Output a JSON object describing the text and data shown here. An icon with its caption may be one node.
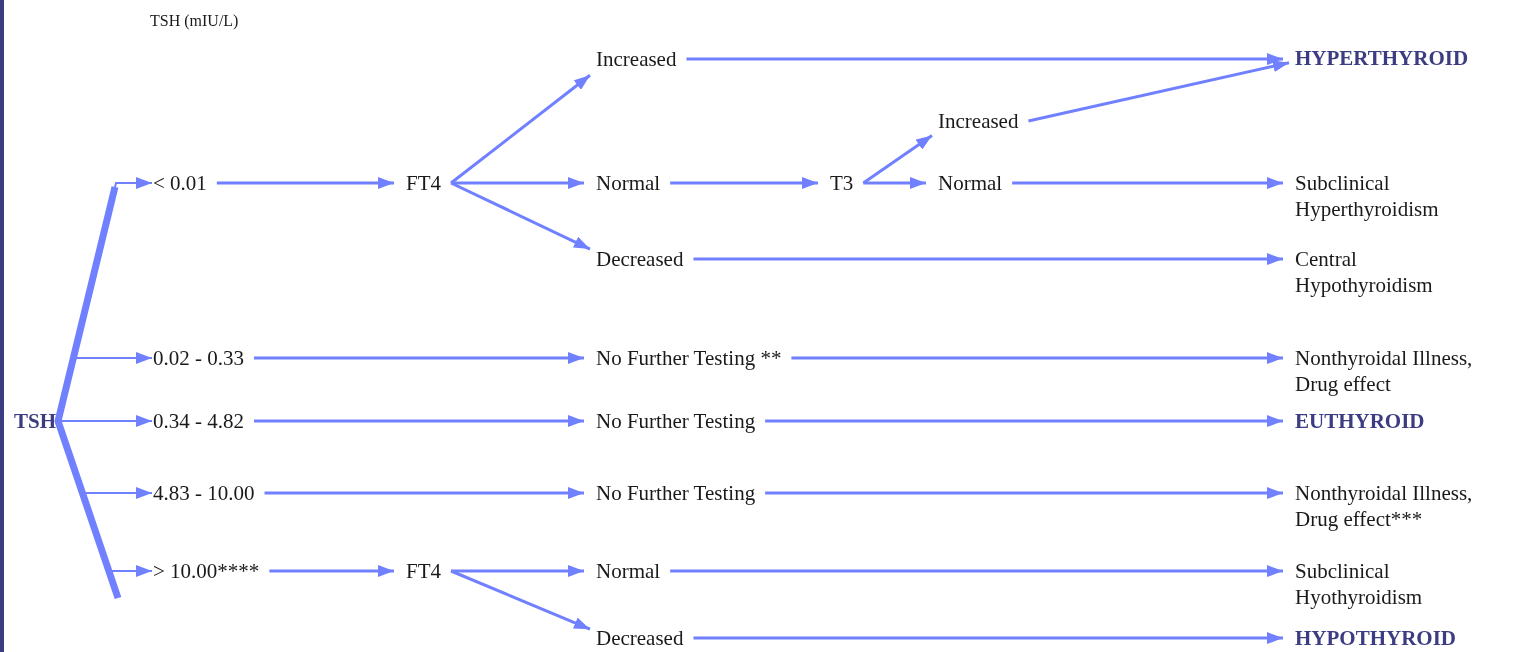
{
  "diagram": {
    "nodes": [
      {
        "text": [
          "TSH"
        ]
      },
      {
        "text": [
          "< 0.01"
        ]
      },
      {
        "text": [
          "0.02 - 0.33"
        ]
      },
      {
        "text": [
          "0.34 - 4.82"
        ]
      },
      {
        "text": [
          "4.83 - 10.00"
        ]
      },
      {
        "text": [
          "> 10.00****"
        ]
      },
      {
        "text": [
          "FT4"
        ]
      },
      {
        "text": [
          "Increased"
        ]
      },
      {
        "text": [
          "Normal"
        ]
      },
      {
        "text": [
          "Decreased"
        ]
      },
      {
        "text": [
          "T3"
        ]
      },
      {
        "text": [
          "Increased"
        ]
      },
      {
        "text": [
          "Normal"
        ]
      },
      {
        "text": [
          "HYPERTHYROID"
        ]
      },
      {
        "text": [
          "Subclinical Hyperthyroidism"
        ]
      },
      {
        "text": [
          "Central Hypothyroidism"
        ]
      },
      {
        "text": [
          "No Further Testing **"
        ]
      },
      {
        "text": [
          "Nonthyroidal Illness, Drug effect"
        ]
      },
      {
        "text": [
          "No Further Testing"
        ]
      },
      {
        "text": [
          "EUTHYROID"
        ]
      },
      {
        "text": [
          "No Further Testing"
        ]
      },
      {
        "text": [
          "Nonthyroidal Illness, Drug effect***"
        ]
      },
      {
        "text": [
          "FT4"
        ]
      },
      {
        "text": [
          "Normal"
        ]
      },
      {
        "text": [
          "Subclinical Hyothyroidism"
        ]
      },
      {
        "text": [
          "Decreased"
        ]
      },
      {
        "text": [
          "HYPOTHYROID"
        ]
      }
    ],
    "edges": [
      {
        "from": 0,
        "to": 1,
        "arrow": "to"
      },
      {
        "from": 0,
        "to": 2,
        "arrow": "to"
      },
      {
        "from": 0,
        "to": 3,
        "arrow": "to"
      },
      {
        "from": 0,
        "to": 4,
        "arrow": "to"
      },
      {
        "from": 0,
        "to": 5,
        "arrow": "to"
      },
      {
        "from": 1,
        "to": 6,
        "arrow": "to"
      },
      {
        "from": 6,
        "to": 7,
        "arrow": "to"
      },
      {
        "from": 6,
        "to": 8,
        "arrow": "to"
      },
      {
        "from": 6,
        "to": 9,
        "arrow": "to"
      },
      {
        "from": 8,
        "to": 10,
        "arrow": "to"
      },
      {
        "from": 10,
        "to": 11,
        "arrow": "to"
      },
      {
        "from": 10,
        "to": 12,
        "arrow": "to"
      },
      {
        "from": 7,
        "to": 13,
        "arrow": "to"
      },
      {
        "from": 11,
        "to": 13,
        "arrow": "to"
      },
      {
        "from": 12,
        "to": 14,
        "arrow": "to"
      },
      {
        "from": 9,
        "to": 15,
        "arrow": "to"
      },
      {
        "from": 2,
        "to": 16,
        "arrow": "to"
      },
      {
        "from": 16,
        "to": 17,
        "arrow": "to"
      },
      {
        "from": 3,
        "to": 18,
        "arrow": "to"
      },
      {
        "from": 18,
        "to": 19,
        "arrow": "to"
      },
      {
        "from": 4,
        "to": 20,
        "arrow": "to"
      },
      {
        "from": 20,
        "to": 21,
        "arrow": "to"
      },
      {
        "from": 5,
        "to": 22,
        "arrow": "to"
      },
      {
        "from": 22,
        "to": 23,
        "arrow": "to"
      },
      {
        "from": 22,
        "to": 25,
        "arrow": "to"
      },
      {
        "from": 23,
        "to": 24,
        "arrow": "to"
      },
      {
        "from": 25,
        "to": 26,
        "arrow": "to"
      }
    ],
    "labels": [
      "TSH (mIU/L)"
    ]
  }
}
